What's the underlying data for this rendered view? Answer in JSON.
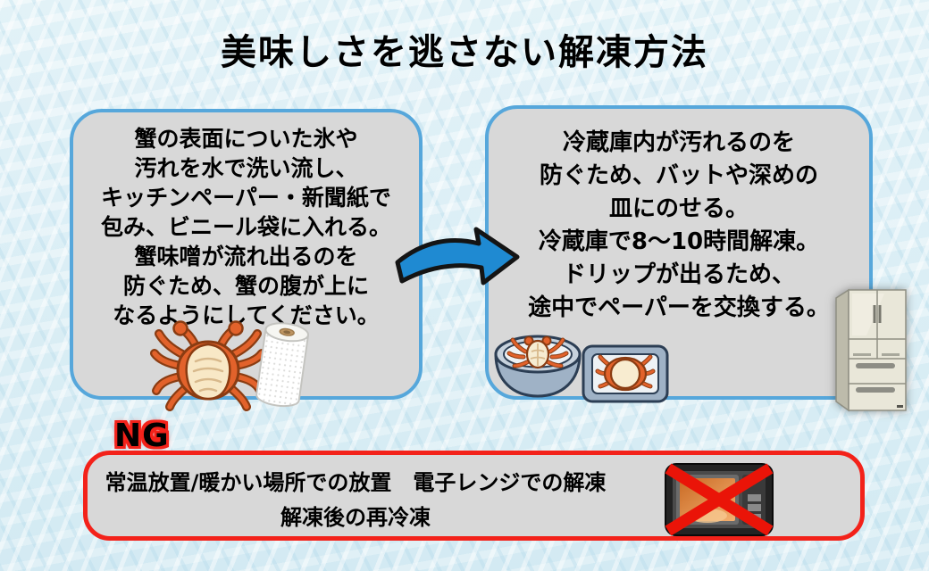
{
  "title": "美味しさを逃さない解凍方法",
  "step1": {
    "lines": [
      "蟹の表面についた氷や",
      "汚れを水で洗い流し、",
      "キッチンペーパー・新聞紙で",
      "包み、ビニール袋に入れる。",
      "蟹味噌が流れ出るのを",
      "防ぐため、蟹の腹が上に",
      "なるようにしてください。"
    ]
  },
  "step2": {
    "lines": [
      "冷蔵庫内が汚れるのを",
      "防ぐため、バットや深めの",
      "皿にのせる。",
      "冷蔵庫で8～10時間解凍。",
      "ドリップが出るため、",
      "途中でペーパーを交換する。"
    ]
  },
  "ng": {
    "label": "NG",
    "lines": [
      "常温放置/暖かい場所での放置　電子レンジでの解凍",
      "解凍後の再冷凍"
    ]
  },
  "icons": {
    "arrow": "right-curved-arrow",
    "crab": "crab-belly-up",
    "paper_towel": "paper-towel-roll",
    "bowl": "bowl-with-crab",
    "tray": "tray-with-crab",
    "refrigerator": "refrigerator",
    "microwave": "microwave-crossed-out"
  },
  "colors": {
    "background": "#dceef5",
    "panel_fill": "#d8d8d8",
    "panel_border": "#56a7db",
    "ng_red": "#f3221a",
    "arrow_blue": "#1f8ad2",
    "crab_orange": "#e2622b",
    "text": "#000000"
  }
}
